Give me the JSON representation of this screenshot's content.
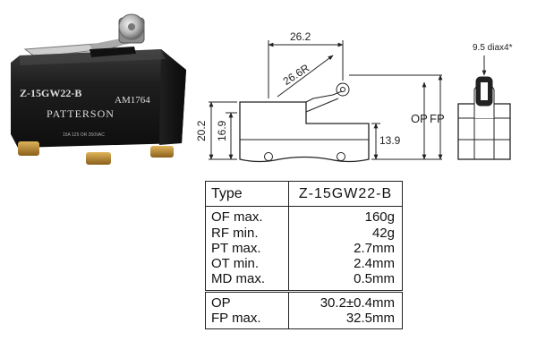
{
  "product_photo": {
    "model_print": "Z-15GW22-B",
    "code_print": "AM1764",
    "brand_print": "PATTERSON",
    "rating_print": "15A 125 OR 250VAC"
  },
  "side_view": {
    "dim_width": "26.2",
    "dim_radius": "26.6R",
    "dim_height_outer": "20.2",
    "dim_height_inner": "16.9",
    "dim_low": "13.9",
    "label_op": "OP",
    "label_fp": "FP"
  },
  "end_view": {
    "roller_note": "9.5 diax4*"
  },
  "spec_table": {
    "header": {
      "label": "Type",
      "value": "Z-15GW22-B"
    },
    "group1": [
      {
        "label": "OF max.",
        "value": "160g"
      },
      {
        "label": "RF min.",
        "value": "42g"
      },
      {
        "label": "PT max.",
        "value": "2.7mm"
      },
      {
        "label": "OT min.",
        "value": "2.4mm"
      },
      {
        "label": "MD max.",
        "value": "0.5mm"
      }
    ],
    "group2": [
      {
        "label": "OP",
        "value": "30.2±0.4mm"
      },
      {
        "label": "FP max.",
        "value": "32.5mm"
      }
    ]
  },
  "colors": {
    "switch_body": "#1c1c1c",
    "print_text": "#d9d9d9",
    "terminal_brass": "#b8862e",
    "line": "#222222"
  }
}
